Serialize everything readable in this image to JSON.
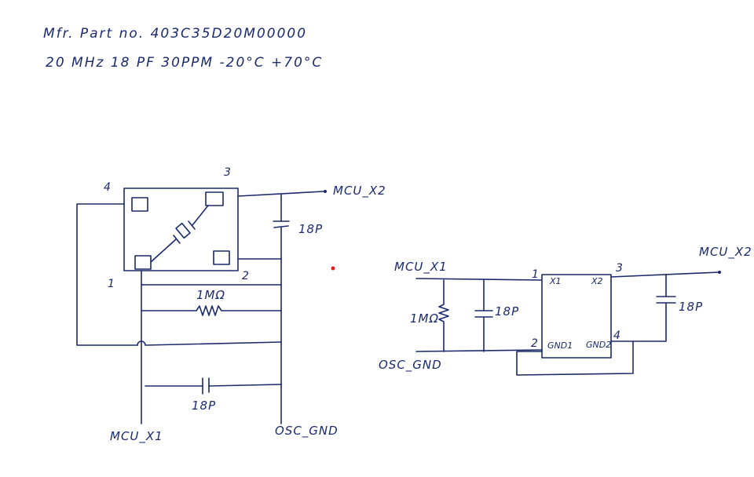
{
  "notes": {
    "line1": "Mfr. Part no. 403C35D20M00000",
    "line2": "20 MHz  18 PF  30PPM  -20°C +70°C"
  },
  "left_schematic": {
    "pins": {
      "p1": "1",
      "p2": "2",
      "p3": "3",
      "p4": "4"
    },
    "net_x2": "MCU_X2",
    "net_x1": "MCU_X1",
    "net_gnd": "OSC_GND",
    "cap_right": "18P",
    "resistor": "1MΩ",
    "cap_bottom": "18P"
  },
  "right_schematic": {
    "net_x1": "MCU_X1",
    "net_x2": "MCU_X2",
    "net_gnd": "OSC_GND",
    "resistor": "1MΩ",
    "cap_left": "18P",
    "cap_right": "18P",
    "pins": {
      "p1": "1",
      "p2": "2",
      "p3": "3",
      "p4": "4"
    },
    "pin_names": {
      "x1": "X1",
      "x2": "X2",
      "gnd1": "GND1",
      "gnd2": "GND2"
    }
  },
  "colors": {
    "ink": "#1a2a6c",
    "dot": "#e02020"
  }
}
